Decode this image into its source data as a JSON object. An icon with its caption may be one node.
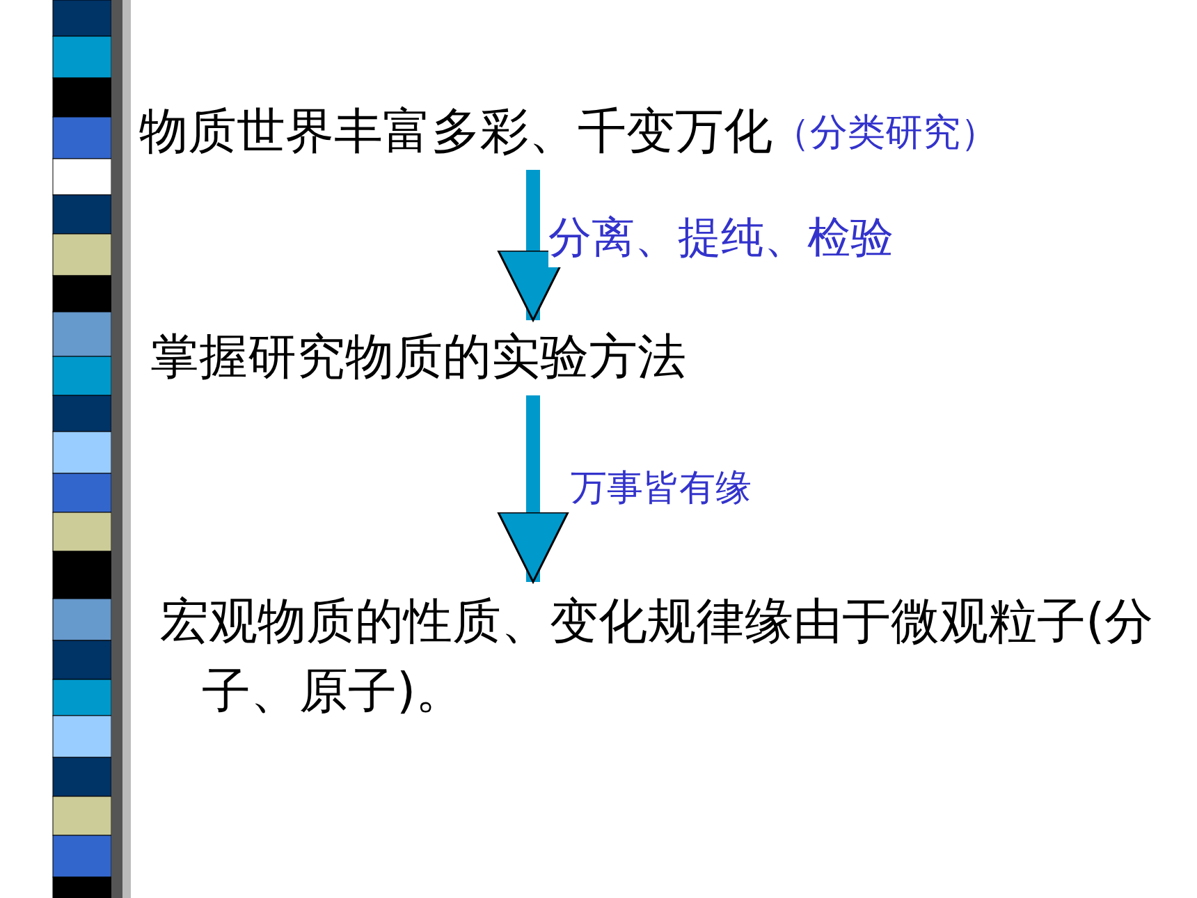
{
  "diagram": {
    "nodes": [
      {
        "text": [
          "物质世界丰富多彩、千变万化"
        ],
        "beside": [
          "（分类研究）"
        ]
      },
      {
        "text": [
          "掌握研究物质的实验方法"
        ]
      },
      {
        "text": [
          "宏观物质的性质、变化规律缘由于微观粒子(分子、原子)。"
        ]
      }
    ],
    "edges": [
      {
        "from": 0,
        "to": 1,
        "arrow": "to",
        "label": "分离、提纯、检验"
      },
      {
        "from": 1,
        "to": 2,
        "arrow": "to",
        "label": "万事皆有缘"
      }
    ]
  }
}
